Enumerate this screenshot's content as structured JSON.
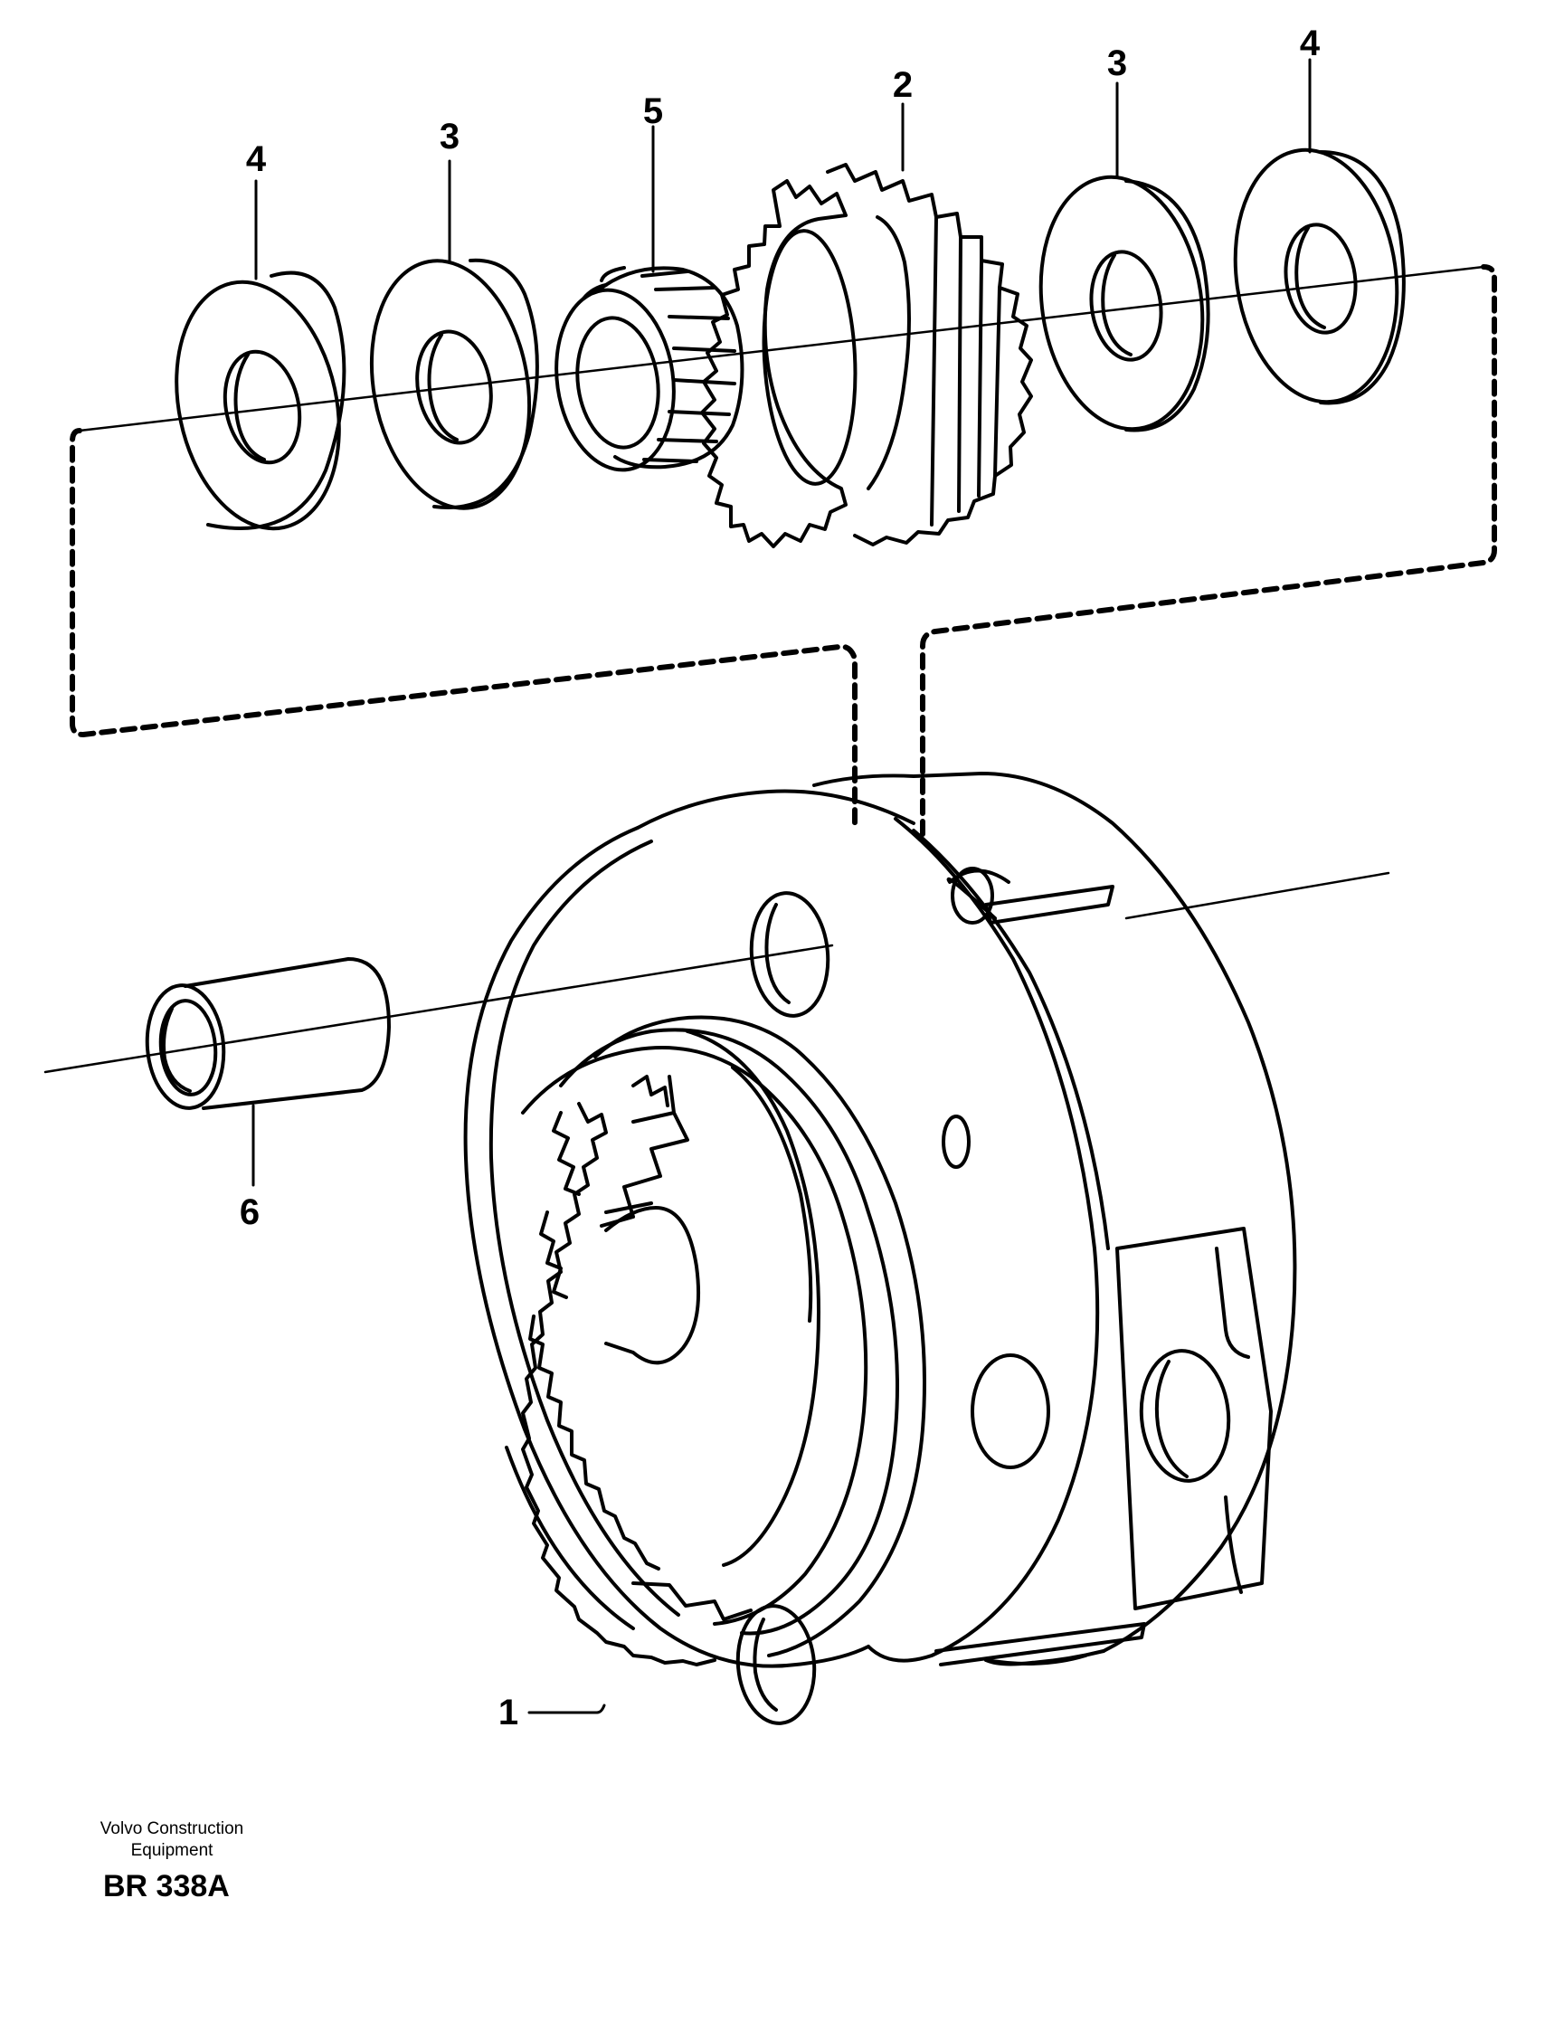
{
  "diagram": {
    "callouts": [
      "4",
      "3",
      "5",
      "2",
      "3",
      "4",
      "6",
      "1"
    ]
  },
  "footer": {
    "maker_line1": "Volvo Construction",
    "maker_line2": "Equipment",
    "code": "BR 338A"
  },
  "parts": {
    "washer_outer_left": "washer-icon",
    "washer_inner_left": "washer-icon",
    "needle_bearing": "needle-bearing-icon",
    "planet_gear": "gear-icon",
    "washer_inner_right": "washer-icon",
    "washer_outer_right": "washer-icon",
    "sleeve": "sleeve-icon",
    "planet_carrier": "planet-carrier-icon"
  }
}
